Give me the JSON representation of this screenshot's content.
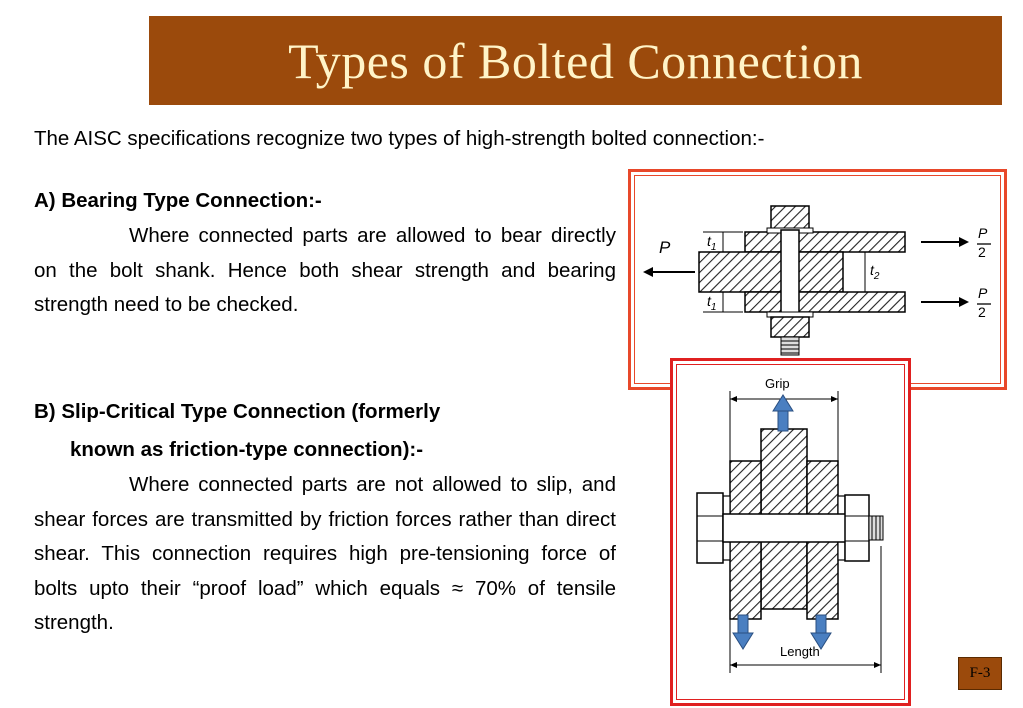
{
  "title": "Types of Bolted Connection",
  "intro": "The AISC specifications recognize two types of high-strength bolted connection:-",
  "section_a": {
    "heading": "A) Bearing Type Connection:-",
    "body": "Where connected parts are allowed to bear directly on the bolt shank. Hence both shear strength and bearing strength need to be checked."
  },
  "section_b": {
    "heading_line1": "B) Slip-Critical Type Connection (formerly",
    "heading_line2": "known as friction-type connection):-",
    "body": "Where connected parts are not allowed to slip, and shear forces are transmitted by friction forces rather than direct shear. This connection requires high pre-tensioning force of bolts upto their “proof load” which equals ≈ 70% of tensile strength."
  },
  "figure1": {
    "load_left": "P",
    "t1_top": "t",
    "t1_top_sub": "1",
    "t2": "t",
    "t2_sub": "2",
    "t1_bottom": "t",
    "t1_bottom_sub": "1",
    "half_load_num_top": "P",
    "half_load_den_top": "2",
    "half_load_num_bottom": "P",
    "half_load_den_bottom": "2"
  },
  "figure2": {
    "grip_label": "Grip",
    "length_label": "Length"
  },
  "slide_number": "F-3",
  "colors": {
    "title_bar": "#9b4a0c",
    "title_text": "#fff4c8",
    "figure_border": "#e8482a",
    "arrow_blue": "#4a7fc1"
  }
}
